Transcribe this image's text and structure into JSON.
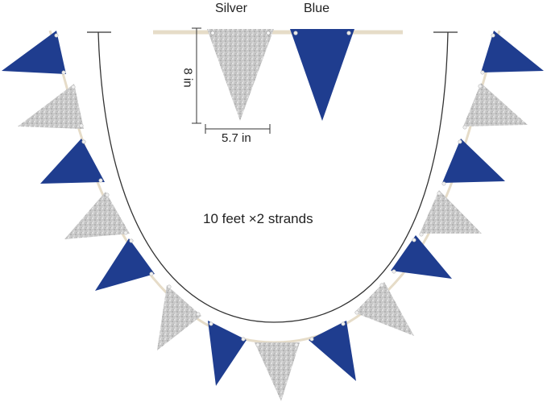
{
  "labels": {
    "silver": "Silver",
    "blue": "Blue",
    "height": "8 in",
    "width": "5.7 in",
    "length": "10 feet ×2 strands"
  },
  "colors": {
    "blue": "#1f3d8f",
    "silver": "#c9c9c9",
    "string": "#e6dcc8",
    "line": "#222222"
  }
}
